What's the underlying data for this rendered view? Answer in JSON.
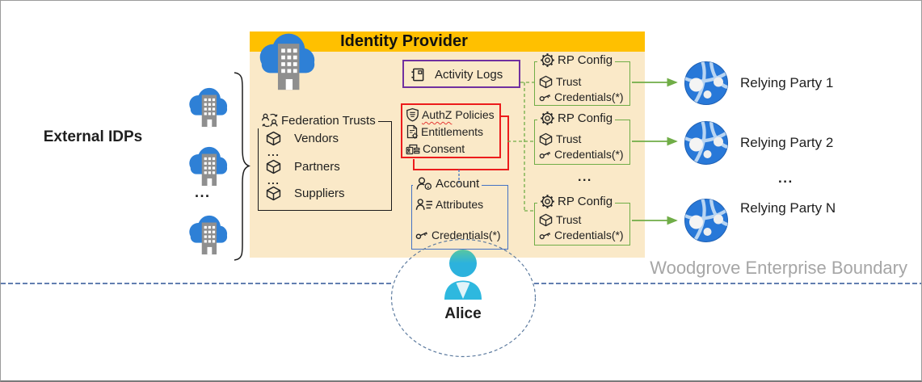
{
  "colors": {
    "idp_fill": "#FAE9C8",
    "idp_header_gold": "#FFC000",
    "red_border": "#EC1C1C",
    "green_border": "#70AD47",
    "blue_border": "#4472C4",
    "purple_border": "#7030A0",
    "boundary_line_blue": "#2F5496",
    "boundary_text_gray": "#A6A6A6",
    "cloud_blue": "#2E80D6",
    "globe_blue": "#2878D8",
    "person_teal": "#2EB8DF"
  },
  "external_idps": {
    "label": "External IDPs",
    "ellipsis": "..."
  },
  "idp": {
    "title": "Identity Provider",
    "activity_logs": {
      "label": "Activity Logs"
    },
    "federation": {
      "title": "Federation Trusts",
      "items": [
        "Vendors",
        "Partners",
        "Suppliers"
      ],
      "ellipsis": "..."
    },
    "authz": {
      "rows": [
        {
          "mis": "AuthZ",
          "text": "Policies"
        },
        {
          "text": "Entitlements"
        },
        {
          "text": "Consent"
        }
      ]
    },
    "account": {
      "title": "Account",
      "attributes": "Attributes",
      "credentials": "Credentials(*)"
    },
    "rp_configs": [
      {
        "title": "RP Config",
        "trust": "Trust",
        "credentials": "Credentials(*)"
      },
      {
        "title": "RP Config",
        "trust": "Trust",
        "credentials": "Credentials(*)"
      },
      {
        "title": "RP Config",
        "trust": "Trust",
        "credentials": "Credentials(*)"
      }
    ],
    "rp_ellipsis": "..."
  },
  "relying_parties": {
    "labels": [
      "Relying Party 1",
      "Relying Party 2",
      "Relying Party N"
    ],
    "ellipsis": "..."
  },
  "boundary": {
    "label": "Woodgrove Enterprise Boundary"
  },
  "user": {
    "name": "Alice"
  }
}
